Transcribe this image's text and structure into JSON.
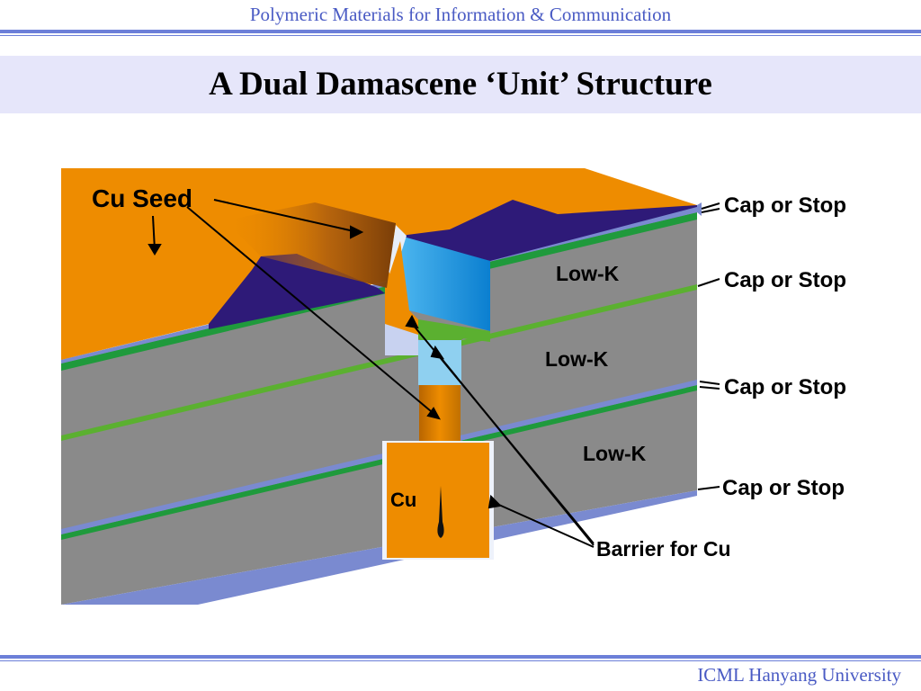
{
  "header": {
    "course_title": "Polymeric Materials for Information & Communication"
  },
  "slide": {
    "title": "A Dual Damascene ‘Unit’ Structure"
  },
  "footer": {
    "affiliation": "ICML Hanyang University"
  },
  "diagram": {
    "labels": {
      "cu_seed": "Cu Seed",
      "cap_or_stop": "Cap or Stop",
      "low_k": "Low-K",
      "cu": "Cu",
      "barrier": "Barrier for Cu"
    },
    "colors": {
      "header_blue": "#4a5bc4",
      "title_band": "#e6e6fa",
      "copper": "#ee8c00",
      "low_k_gray": "#8a8a8a",
      "cap_green": "#1f9a3c",
      "stop_blue": "#7a8ad0",
      "hardmask_navy": "#2e1a78",
      "barrier_cyan": "#1a90e0"
    }
  }
}
